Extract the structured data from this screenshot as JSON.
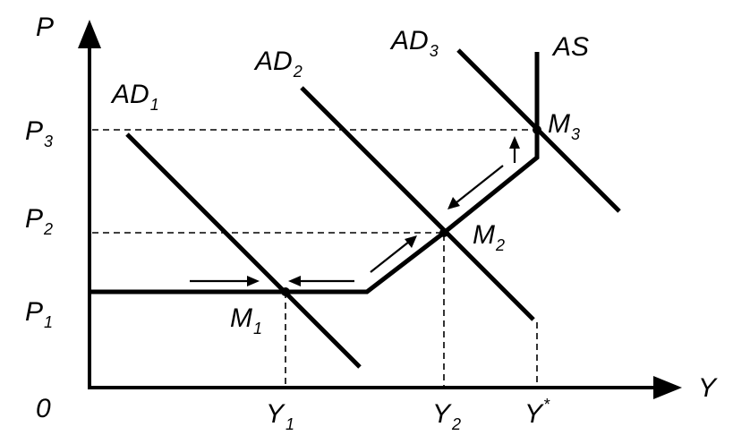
{
  "axes": {
    "y_label": "P",
    "x_label": "Y",
    "origin": "0"
  },
  "price_levels": [
    {
      "base": "P",
      "sub": "3"
    },
    {
      "base": "P",
      "sub": "2"
    },
    {
      "base": "P",
      "sub": "1"
    }
  ],
  "output_levels": [
    {
      "base": "Y",
      "sub": "1"
    },
    {
      "base": "Y",
      "sub": "2"
    },
    {
      "base": "Y",
      "sup": "*"
    }
  ],
  "curves": {
    "ad1": {
      "base": "AD",
      "sub": "1"
    },
    "ad2": {
      "base": "AD",
      "sub": "2"
    },
    "ad3": {
      "base": "AD",
      "sub": "3"
    },
    "as": {
      "base": "AS"
    }
  },
  "equilibria": [
    {
      "base": "M",
      "sub": "1"
    },
    {
      "base": "M",
      "sub": "2"
    },
    {
      "base": "M",
      "sub": "3"
    }
  ]
}
